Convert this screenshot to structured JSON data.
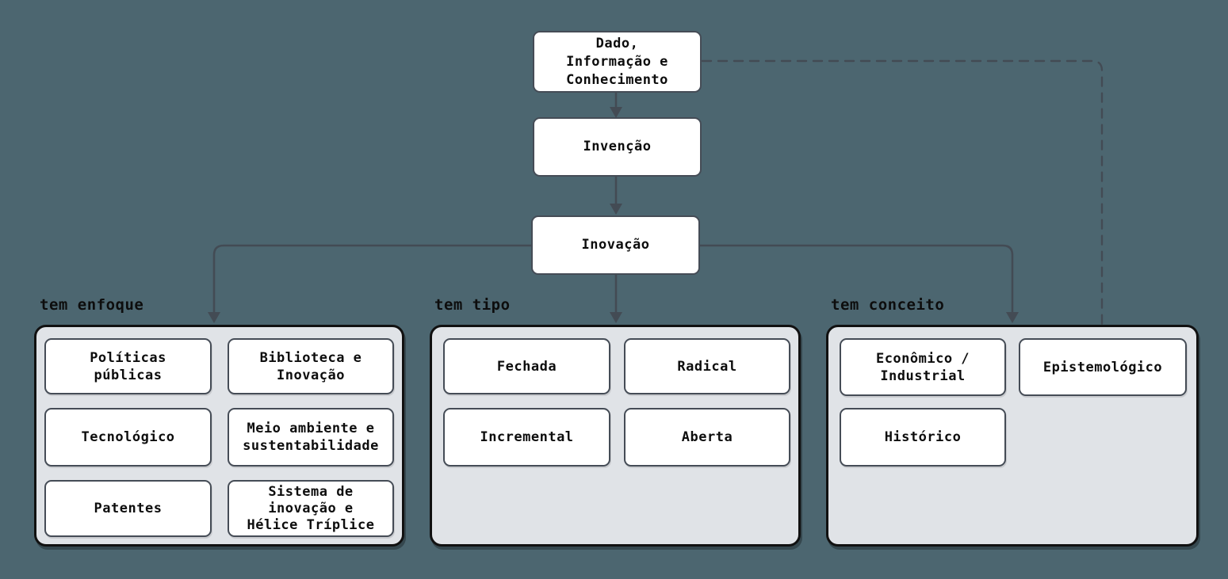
{
  "colors": {
    "background": "#4c6670",
    "node_fill": "#ffffff",
    "node_border": "#454c56",
    "group_fill": "#e0e3e7",
    "group_border": "#111111",
    "edge": "#434b54",
    "text": "#0d0d0d"
  },
  "flow": {
    "dado": "Dado,\nInformação e\nConhecimento",
    "invencao": "Invenção",
    "inovacao": "Inovação"
  },
  "groups": [
    {
      "label": "tem enfoque",
      "items": [
        "Políticas\npúblicas",
        "Biblioteca e\nInovação",
        "Tecnológico",
        "Meio ambiente e\nsustentabilidade",
        "Patentes",
        "Sistema de\ninovação e\nHélice Tríplice"
      ]
    },
    {
      "label": "tem tipo",
      "items": [
        "Fechada",
        "Radical",
        "Incremental",
        "Aberta"
      ]
    },
    {
      "label": "tem conceito",
      "items": [
        "Econômico /\nIndustrial",
        "Epistemológico",
        "Histórico"
      ]
    }
  ]
}
